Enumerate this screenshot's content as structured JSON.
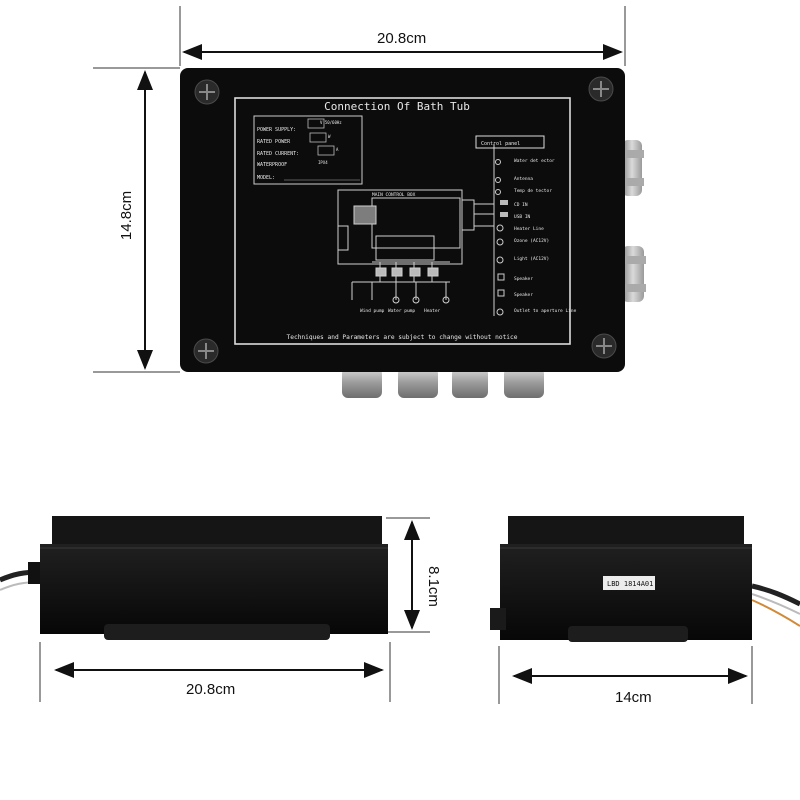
{
  "dimensions": {
    "top_width": "20.8cm",
    "top_height": "14.8cm",
    "side_height": "8.1cm",
    "front_width": "20.8cm",
    "side_width": "14cm"
  },
  "plate": {
    "title": "Connection Of Bath Tub",
    "specs": [
      {
        "label": "POWER SUPPLY:",
        "value": "V 50/60Hz"
      },
      {
        "label": "RATED POWER",
        "value": "W"
      },
      {
        "label": "RATED CURRENT:",
        "value": "A"
      },
      {
        "label": "WATERPROOF",
        "value": "IPX4"
      },
      {
        "label": "MODEL:",
        "value": ""
      }
    ],
    "main_box_label": "MAIN CONTROL BOX",
    "control_panel_label": "Control panel",
    "connections": [
      "Water det ector",
      "Antenna",
      "Temp de tector",
      "CD IN",
      "USB IN",
      "Heater Line",
      "Ozone (AC12V)",
      "Light (AC12V)",
      "Speaker",
      "Speaker",
      "Outlet to aperture Line"
    ],
    "pump_labels": [
      "Wind pump",
      "Water pump",
      "Heater"
    ],
    "footer": "Techniques and Parameters are subject to change without notice"
  },
  "side_label": "LBD 1814A01"
}
